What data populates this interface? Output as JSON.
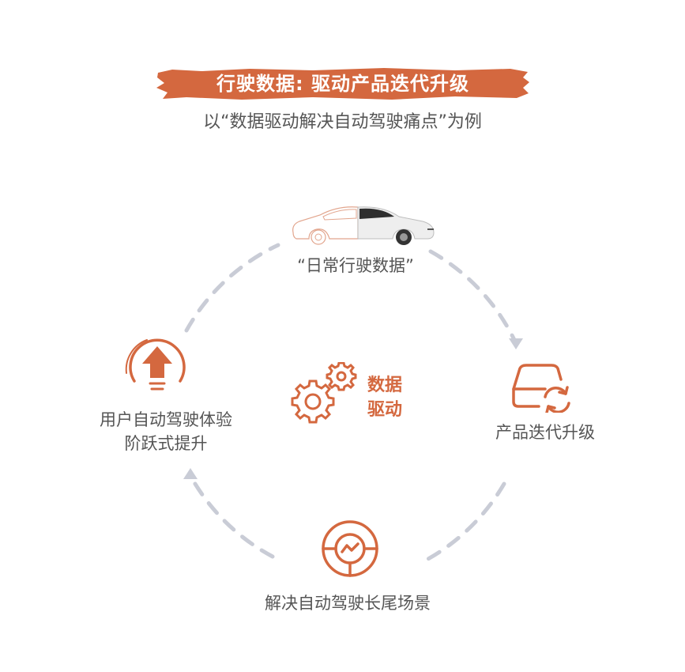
{
  "title": "行驶数据: 驱动产品迭代升级",
  "subtitle": "以“数据驱动解决自动驾驶痛点”为例",
  "center": {
    "line1": "数据",
    "line2": "驱动"
  },
  "nodes": {
    "top": "“日常行驶数据”",
    "right": "产品迭代升级",
    "bottom": "解决自动驾驶长尾场景",
    "left_line1": "用户自动驾驶体验",
    "left_line2": "阶跃式提升"
  },
  "colors": {
    "accent": "#d4683f",
    "ring": "#c9ccd6",
    "text": "#555555"
  }
}
